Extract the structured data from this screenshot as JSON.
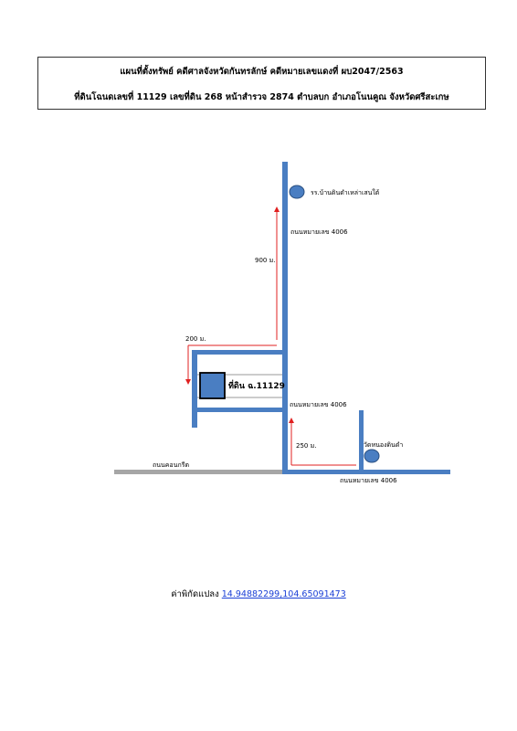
{
  "header": {
    "line1": "แผนที่ตั้งทรัพย์ คดีศาลจังหวัดกันทรลักษ์ คดีหมายเลขแดงที่ ผบ2047/2563",
    "line2": "ที่ดินโฉนดเลขที่ 11129 เลขที่ดิน 268 หน้าสำรวจ 2874 ตำบลบก อำเภอโนนคูณ จังหวัดศรีสะเกษ"
  },
  "map": {
    "school_label": "รร.บ้านดินดำเหล่าเสนใต้",
    "road_label_upper": "ถนนหมายเลข 4006",
    "distance_north": "900 ม.",
    "distance_west": "200 ม.",
    "parcel_label": "ที่ดิน ฉ.11129",
    "road_label_mid": "ถนนหมายเลข 4006",
    "distance_south": "250 ม.",
    "temple_label": "วัดหนองดินดำ",
    "concrete_road_label": "ถนนคอนกรีต",
    "road_label_lower": "ถนนหมายเลข 4006",
    "colors": {
      "road": "#4a7ec2",
      "concrete_road": "#a6a6a6",
      "arrow": "#e02020",
      "parcel_fill": "#4a7ec2",
      "landmark_fill": "#4a7ec2"
    }
  },
  "footer": {
    "coords_label": "ค่าพิกัดแปลง",
    "coords_value": "14.94882299,104.65091473"
  }
}
